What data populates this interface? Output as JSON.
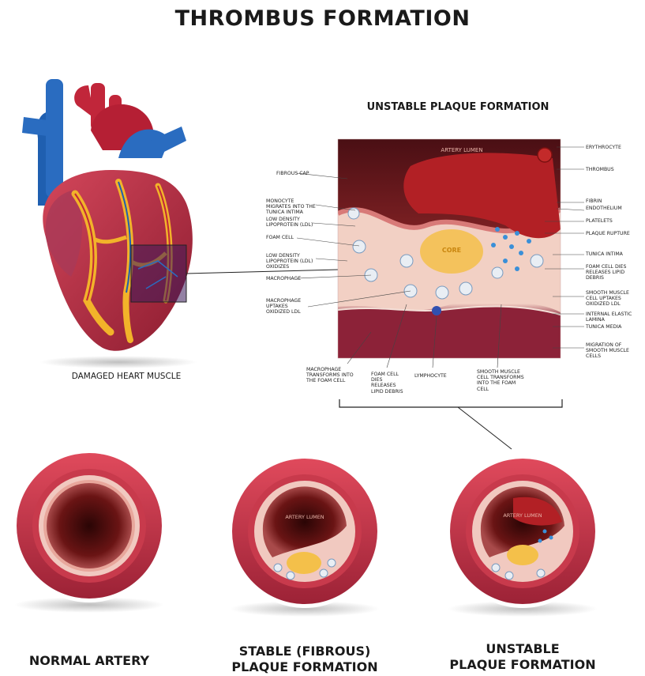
{
  "title": "THROMBUS FORMATION",
  "unstable_heading": "UNSTABLE PLAQUE FORMATION",
  "heart_caption": "DAMAGED HEART MUSCLE",
  "inside_labels": {
    "artery_lumen": "ARTERY LUMEN",
    "core": "CORE"
  },
  "left_labels": [
    "FIBROUS CAP",
    "MONOCYTE MIGRATES INTO THE TUNICA INTIMA",
    "LOW DENSITY LIPOPROTEIN (LDL)",
    "FOAM CELL",
    "LOW DENSITY LIPOPROTEIN (LDL) OXIDIZES",
    "MACROPHAGE",
    "MACROPHAGE UPTAKES OXIDIZED LDL"
  ],
  "right_labels": [
    "ERYTHROCYTE",
    "THROMBUS",
    "FIBRIN",
    "ENDOTHELIUM",
    "PLATELETS",
    "PLAQUE RUPTURE",
    "TUNICA INTIMA",
    "FOAM CELL DIES RELEASES LIPID DEBRIS",
    "SMOOTH MUSCLE CELL UPTAKES OXIDIZED LDL",
    "INTERNAL ELASTIC LAMINA",
    "TUNICA MEDIA",
    "MIGRATION OF SMOOTH MUSCLE CELLS"
  ],
  "bottom_labels": [
    "MACROPHAGE TRANSFORMS INTO THE FOAM CELL",
    "FOAM CELL DIES RELEASES LIPID DEBRIS",
    "LYMPHOCYTE",
    "SMOOTH MUSCLE CELL TRANSFORMS INTO THE FOAM CELL"
  ],
  "arteries": [
    {
      "caption_line1": "NORMAL ARTERY",
      "caption_line2": ""
    },
    {
      "caption_line1": "STABLE (FIBROUS)",
      "caption_line2": "PLAQUE FORMATION",
      "lumen_label": "ARTERY LUMEN"
    },
    {
      "caption_line1": "UNSTABLE",
      "caption_line2": "PLAQUE FORMATION",
      "lumen_label": "ARTERY LUMEN"
    }
  ],
  "colors": {
    "artery_red": "#b0243a",
    "vein_blue": "#1f5fb0",
    "fat_yellow": "#f2b32a",
    "vessel_wall": "#c83a4c",
    "tissue_pink": "#f1c9c0",
    "lumen_dark": "#5a1010"
  }
}
